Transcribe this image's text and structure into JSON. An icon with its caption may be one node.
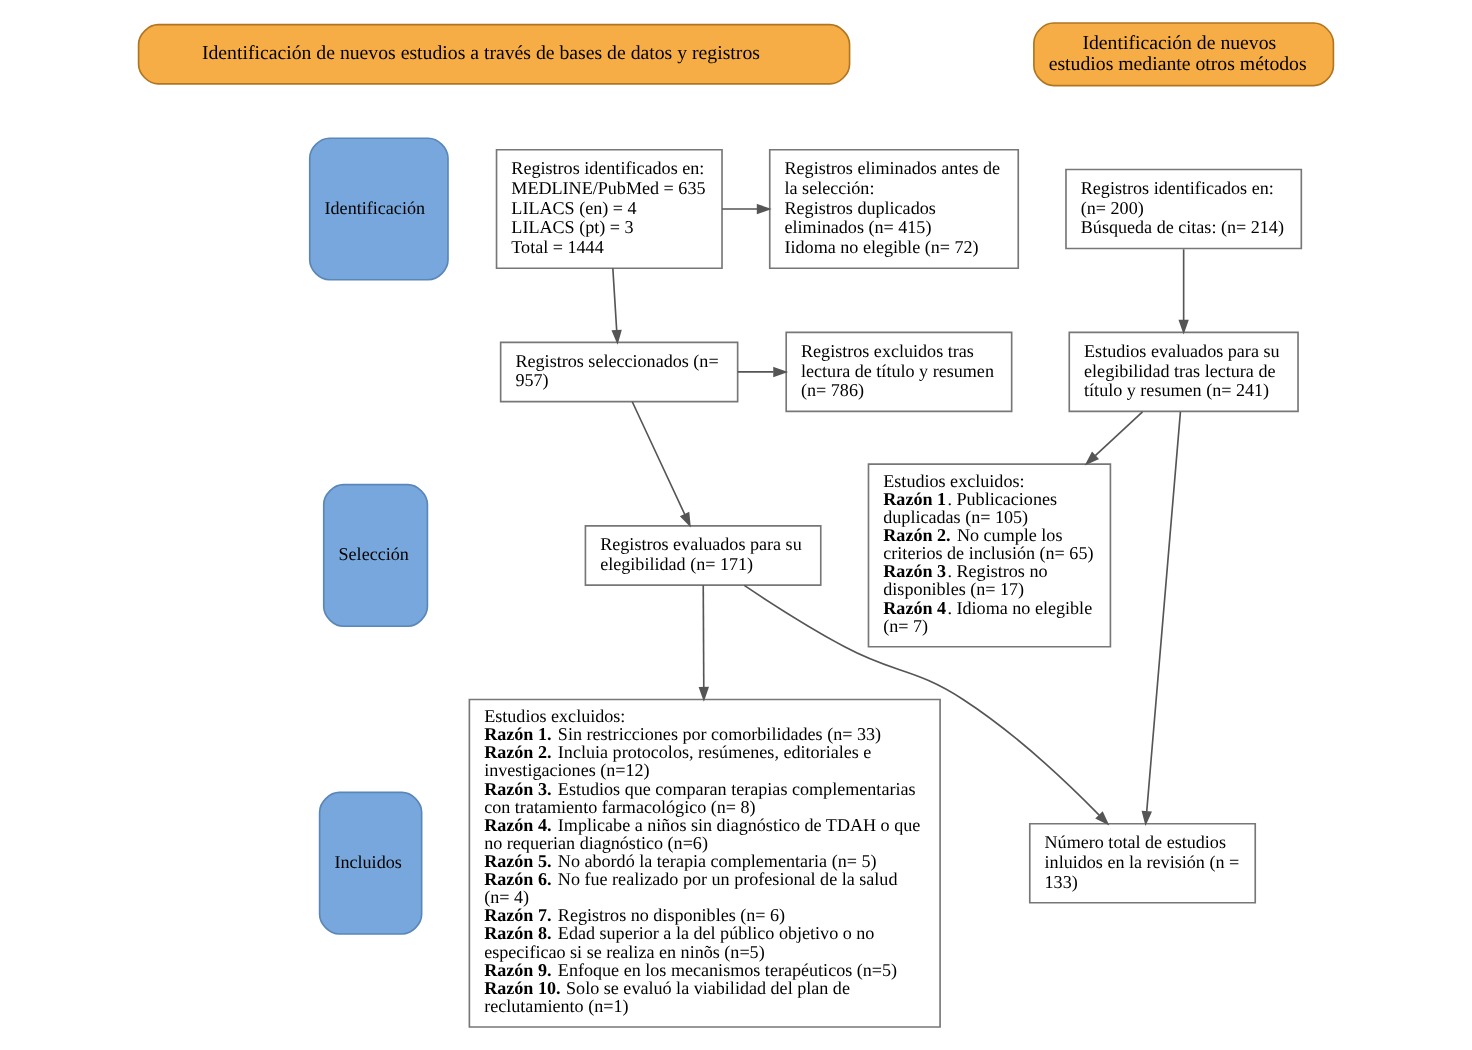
{
  "diagram": {
    "nodes": [
      {
        "text": [
          "Identificación de nuevos estudios a través de bases de datos y registros"
        ]
      },
      {
        "text": [
          "Identificación de nuevos estudios mediante otros métodos"
        ]
      },
      {
        "text": [
          "Identificación"
        ]
      },
      {
        "text": [
          "Selección"
        ]
      },
      {
        "text": [
          "Incluidos"
        ]
      },
      {
        "text": [
          "Registros identificados en:",
          "MEDLINE/PubMed = 635",
          "LILACS (en) = 4",
          "LILACS (pt) = 3",
          "Total = 1444"
        ]
      },
      {
        "text": [
          "Registros eliminados antes de la selección:",
          "Registros duplicados eliminados (n= 415)",
          "Iidoma no elegible (n= 72)"
        ]
      },
      {
        "text": [
          "Registros identificados en:",
          "(n= 200)",
          "Búsqueda de citas: (n= 214)"
        ]
      },
      {
        "text": [
          "Registros seleccionados (n= 957)"
        ]
      },
      {
        "text": [
          "Registros excluidos tras lectura de título y resumen (n= 786)"
        ]
      },
      {
        "text": [
          "Estudios evaluados para su elegibilidad tras lectura de título y resumen (n= 241)"
        ]
      },
      {
        "text": [
          "Registros evaluados para su elegibilidad (n= 171)"
        ]
      },
      {
        "text": [
          "Estudios excluidos:",
          "**Razón 1.** Sin restricciones por comorbilidades (n= 33)",
          "**Razón 2.** Incluia protocolos, resúmenes, editoriales e investigaciones (n=12)",
          "**Razón 3.** Estudios que comparan terapias complementarias con tratamiento farmacológico (n= 8)",
          "**Razón 4.** Implicabe a niños sin diagnóstico de TDAH o que no requerian diagnóstico (n=6)",
          "**Razón 5.** No abordó la terapia complementaria (n= 5)",
          "**Razón 6.** No fue realizado por un profesional de la salud (n= 4)",
          "**Razón 7.** Registros no disponibles (n= 6)",
          "**Razón 8.** Edad superior a la del público objetivo o no especificao si se realiza en ninõs (n=5)",
          "**Razón 9.** Enfoque en los mecanismos terapéuticos (n=5)",
          "**Razón 10.** Solo se evaluó la viabilidad del plan de reclutamiento (n=1)"
        ]
      },
      {
        "text": [
          "Estudios excluidos:",
          "**Razón 1**. Publicaciones duplicadas (n= 105)",
          "**Razón 2.** No cumple los criterios de inclusión (n= 65)",
          "**Razón 3**. Registros no disponibles (n= 17)",
          "**Razón 4**. Idioma no elegible (n= 7)"
        ]
      },
      {
        "text": [
          "Número total de estudios inluidos en la revisión (n = 133)"
        ]
      }
    ],
    "edges": [
      {
        "from": 5,
        "to": 6,
        "arrow": "to"
      },
      {
        "from": 5,
        "to": 8,
        "arrow": "to"
      },
      {
        "from": 8,
        "to": 9,
        "arrow": "to"
      },
      {
        "from": 8,
        "to": 11,
        "arrow": "to"
      },
      {
        "from": 11,
        "to": 12,
        "arrow": "to"
      },
      {
        "from": 11,
        "to": 14,
        "arrow": "to"
      },
      {
        "from": 7,
        "to": 10,
        "arrow": "to"
      },
      {
        "from": 10,
        "to": 13,
        "arrow": "to"
      },
      {
        "from": 10,
        "to": 14,
        "arrow": "to"
      }
    ]
  }
}
